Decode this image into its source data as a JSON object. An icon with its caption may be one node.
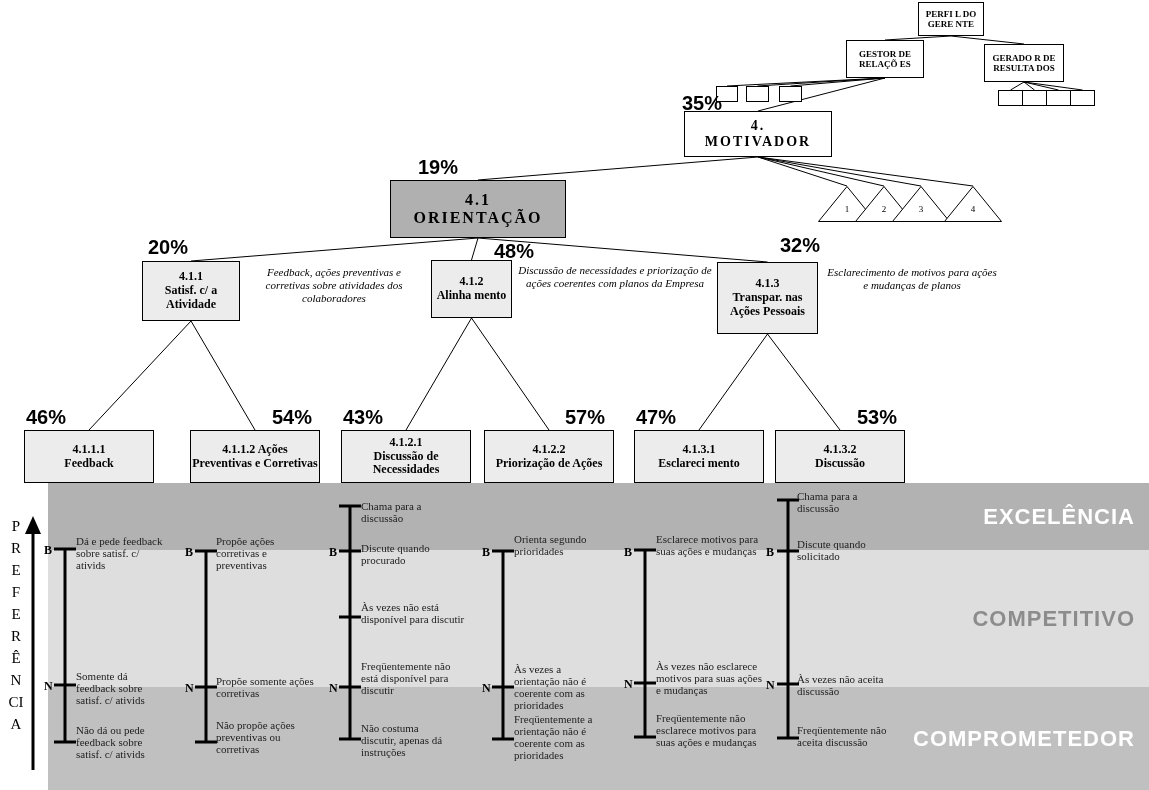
{
  "diagram": {
    "nodes": [
      {
        "text": [
          "PERFI L DO GERE NTE"
        ]
      },
      {
        "text": [
          "GESTOR DE RELAÇÕ ES"
        ]
      },
      {
        "text": [
          "GERADO R DE RESULTA DOS"
        ]
      },
      {
        "text": [],
        "shape": "box"
      },
      {
        "text": [],
        "shape": "box"
      },
      {
        "text": [],
        "shape": "box"
      },
      {
        "text": [],
        "shape": "box"
      },
      {
        "text": [],
        "shape": "box"
      },
      {
        "text": [],
        "shape": "box"
      },
      {
        "text": [],
        "shape": "box"
      },
      {
        "text": [
          "4.",
          "MOTIVADOR"
        ],
        "beside": [
          "35%"
        ]
      },
      {
        "text": [
          "4.1",
          "ORIENTAÇÃO"
        ],
        "beside": [
          "19%"
        ]
      },
      {
        "text": [
          "1"
        ]
      },
      {
        "text": [
          "2"
        ]
      },
      {
        "text": [
          "3"
        ]
      },
      {
        "text": [
          "4"
        ]
      },
      {
        "text": [
          "4.1.1",
          "Satisf. c/ a Atividade"
        ],
        "beside": [
          "20%",
          "Feedback, ações preventivas e corretivas sobre atividades dos colaboradores"
        ]
      },
      {
        "text": [
          "4.1.2",
          "Alinha mento"
        ],
        "beside": [
          "48%",
          "Discussão de necessidades e priorização de ações coerentes com planos da Empresa"
        ]
      },
      {
        "text": [
          "4.1.3",
          "Transpar. nas Ações Pessoais"
        ],
        "beside": [
          "32%",
          "Esclarecimento de motivos para ações e mudanças de planos"
        ]
      },
      {
        "text": [
          "4.1.1.1",
          "Feedback"
        ],
        "beside": [
          "46%"
        ]
      },
      {
        "text": [
          "4.1.1.2 Ações Preventivas e Corretivas"
        ],
        "beside": [
          "54%"
        ]
      },
      {
        "text": [
          "4.1.2.1",
          "Discussão de Necessidades"
        ],
        "beside": [
          "43%"
        ]
      },
      {
        "text": [
          "4.1.2.2",
          "Priorização de Ações"
        ],
        "beside": [
          "57%"
        ]
      },
      {
        "text": [
          "4.1.3.1",
          "Esclareci mento"
        ],
        "beside": [
          "47%"
        ]
      },
      {
        "text": [
          "4.1.3.2",
          "Discussão"
        ],
        "beside": [
          "53%"
        ]
      },
      {
        "text": [
          "EXCELÊNCIA"
        ]
      },
      {
        "text": [
          "COMPETITIVO"
        ]
      },
      {
        "text": [
          "COMPROMETEDOR"
        ]
      }
    ],
    "edges": [
      {
        "from": 0,
        "to": 1,
        "arrow": "none"
      },
      {
        "from": 0,
        "to": 2,
        "arrow": "none"
      },
      {
        "from": 1,
        "to": 3,
        "arrow": "none"
      },
      {
        "from": 1,
        "to": 4,
        "arrow": "none"
      },
      {
        "from": 1,
        "to": 5,
        "arrow": "none"
      },
      {
        "from": 1,
        "to": 10,
        "arrow": "none"
      },
      {
        "from": 2,
        "to": 6,
        "arrow": "none"
      },
      {
        "from": 2,
        "to": 7,
        "arrow": "none"
      },
      {
        "from": 2,
        "to": 8,
        "arrow": "none"
      },
      {
        "from": 2,
        "to": 9,
        "arrow": "none"
      },
      {
        "from": 10,
        "to": 11,
        "arrow": "none"
      },
      {
        "from": 10,
        "to": 12,
        "arrow": "none"
      },
      {
        "from": 10,
        "to": 13,
        "arrow": "none"
      },
      {
        "from": 10,
        "to": 14,
        "arrow": "none"
      },
      {
        "from": 10,
        "to": 15,
        "arrow": "none"
      },
      {
        "from": 11,
        "to": 16,
        "arrow": "none"
      },
      {
        "from": 11,
        "to": 17,
        "arrow": "none"
      },
      {
        "from": 11,
        "to": 18,
        "arrow": "none"
      },
      {
        "from": 16,
        "to": 19,
        "arrow": "none"
      },
      {
        "from": 16,
        "to": 20,
        "arrow": "none"
      },
      {
        "from": 17,
        "to": 21,
        "arrow": "none"
      },
      {
        "from": 17,
        "to": 22,
        "arrow": "none"
      },
      {
        "from": 18,
        "to": 23,
        "arrow": "none"
      },
      {
        "from": 18,
        "to": 24,
        "arrow": "none"
      }
    ],
    "labels": [
      "PREFERÊNCIA",
      "B",
      "Dá e pede feedback sobre satisf. c/ ativids",
      "N",
      "Somente dá feedback sobre satisf. c/ ativids",
      "Não dá ou pede feedback sobre satisf. c/ ativids",
      "B",
      "Propõe ações corretivas e preventivas",
      "N",
      "Propõe somente ações corretivas",
      "Não propõe ações preventivas ou corretivas",
      "Chama para a discussão",
      "B",
      "Discute quando procurado",
      "Às vezes não está disponível para discutir",
      "N",
      "Freqüentemente não está disponível para discutir",
      "Não costuma discutir, apenas dá instruções",
      "B",
      "Orienta segundo prioridades",
      "N",
      "Às vezes a orientação não é coerente com as prioridades",
      "Freqüentemente a orientação não é coerente com as prioridades",
      "B",
      "Esclarece motivos para suas ações e mudanças",
      "N",
      "Às vezes não esclarece motivos para suas ações e mudanças",
      "Freqüentemente não esclarece motivos para suas ações e mudanças",
      "Chama para a discussão",
      "B",
      "Discute quando solicitado",
      "N",
      "Às vezes não aceita discussão",
      "Freqüentemente não aceita discussão"
    ]
  }
}
